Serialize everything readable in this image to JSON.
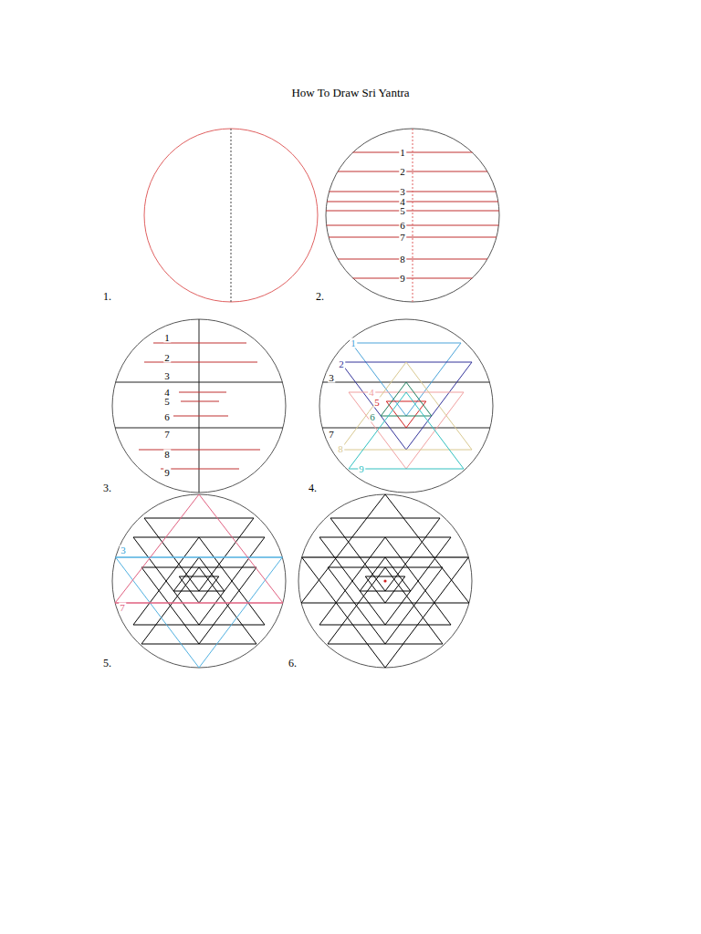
{
  "diagram": {
    "title": "How To Draw Sri Yantra",
    "labels": [
      "How To Draw Sri Yantra",
      "1.",
      "1",
      "2",
      "3",
      "4",
      "5",
      "6",
      "7",
      "8",
      "9",
      "2.",
      "1",
      "2",
      "3",
      "4",
      "5",
      "6",
      "7",
      "8",
      "9",
      "3.",
      "1",
      "2",
      "3",
      "4",
      "5",
      "6",
      "7",
      "8",
      "9",
      "4.",
      "3",
      "7",
      "5.",
      "6."
    ]
  }
}
